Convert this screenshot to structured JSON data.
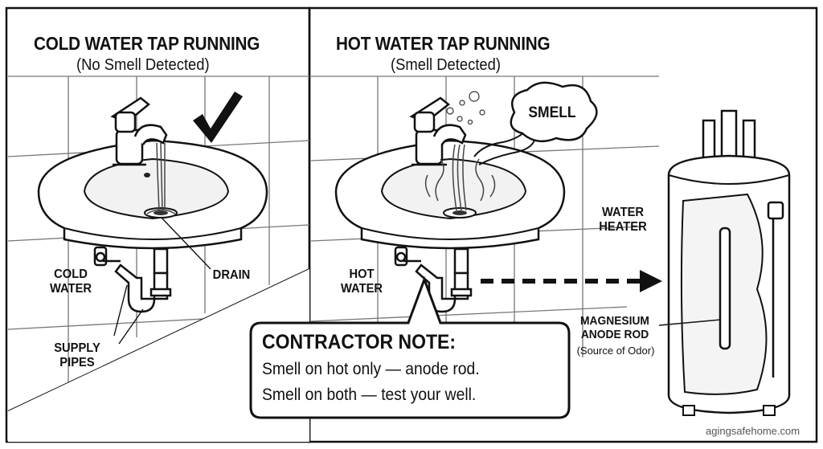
{
  "left_panel": {
    "title": "COLD WATER TAP RUNNING",
    "subtitle": "(No Smell Detected)",
    "labels": {
      "cold_water": [
        "COLD",
        "WATER"
      ],
      "drain": "DRAIN",
      "supply_pipes": [
        "SUPPLY",
        "PIPES"
      ]
    }
  },
  "right_panel": {
    "title": "HOT WATER TAP RUNNING",
    "subtitle": "(Smell Detected)",
    "smell_cloud": "SMELL",
    "labels": {
      "hot_water": [
        "HOT",
        "WATER"
      ],
      "water_heater": [
        "WATER",
        "HEATER"
      ],
      "anode_rod": [
        "MAGNESIUM",
        "ANODE ROD"
      ],
      "anode_note": "(Source of Odor)"
    }
  },
  "contractor_note": {
    "title": "CONTRACTOR NOTE:",
    "lines": [
      "Smell on hot only — anode rod.",
      "Smell on both — test your well."
    ]
  },
  "credit": "agingsafehome.com",
  "icons": [
    "checkmark-icon",
    "smell-cloud-icon",
    "dashed-arrow-icon"
  ]
}
